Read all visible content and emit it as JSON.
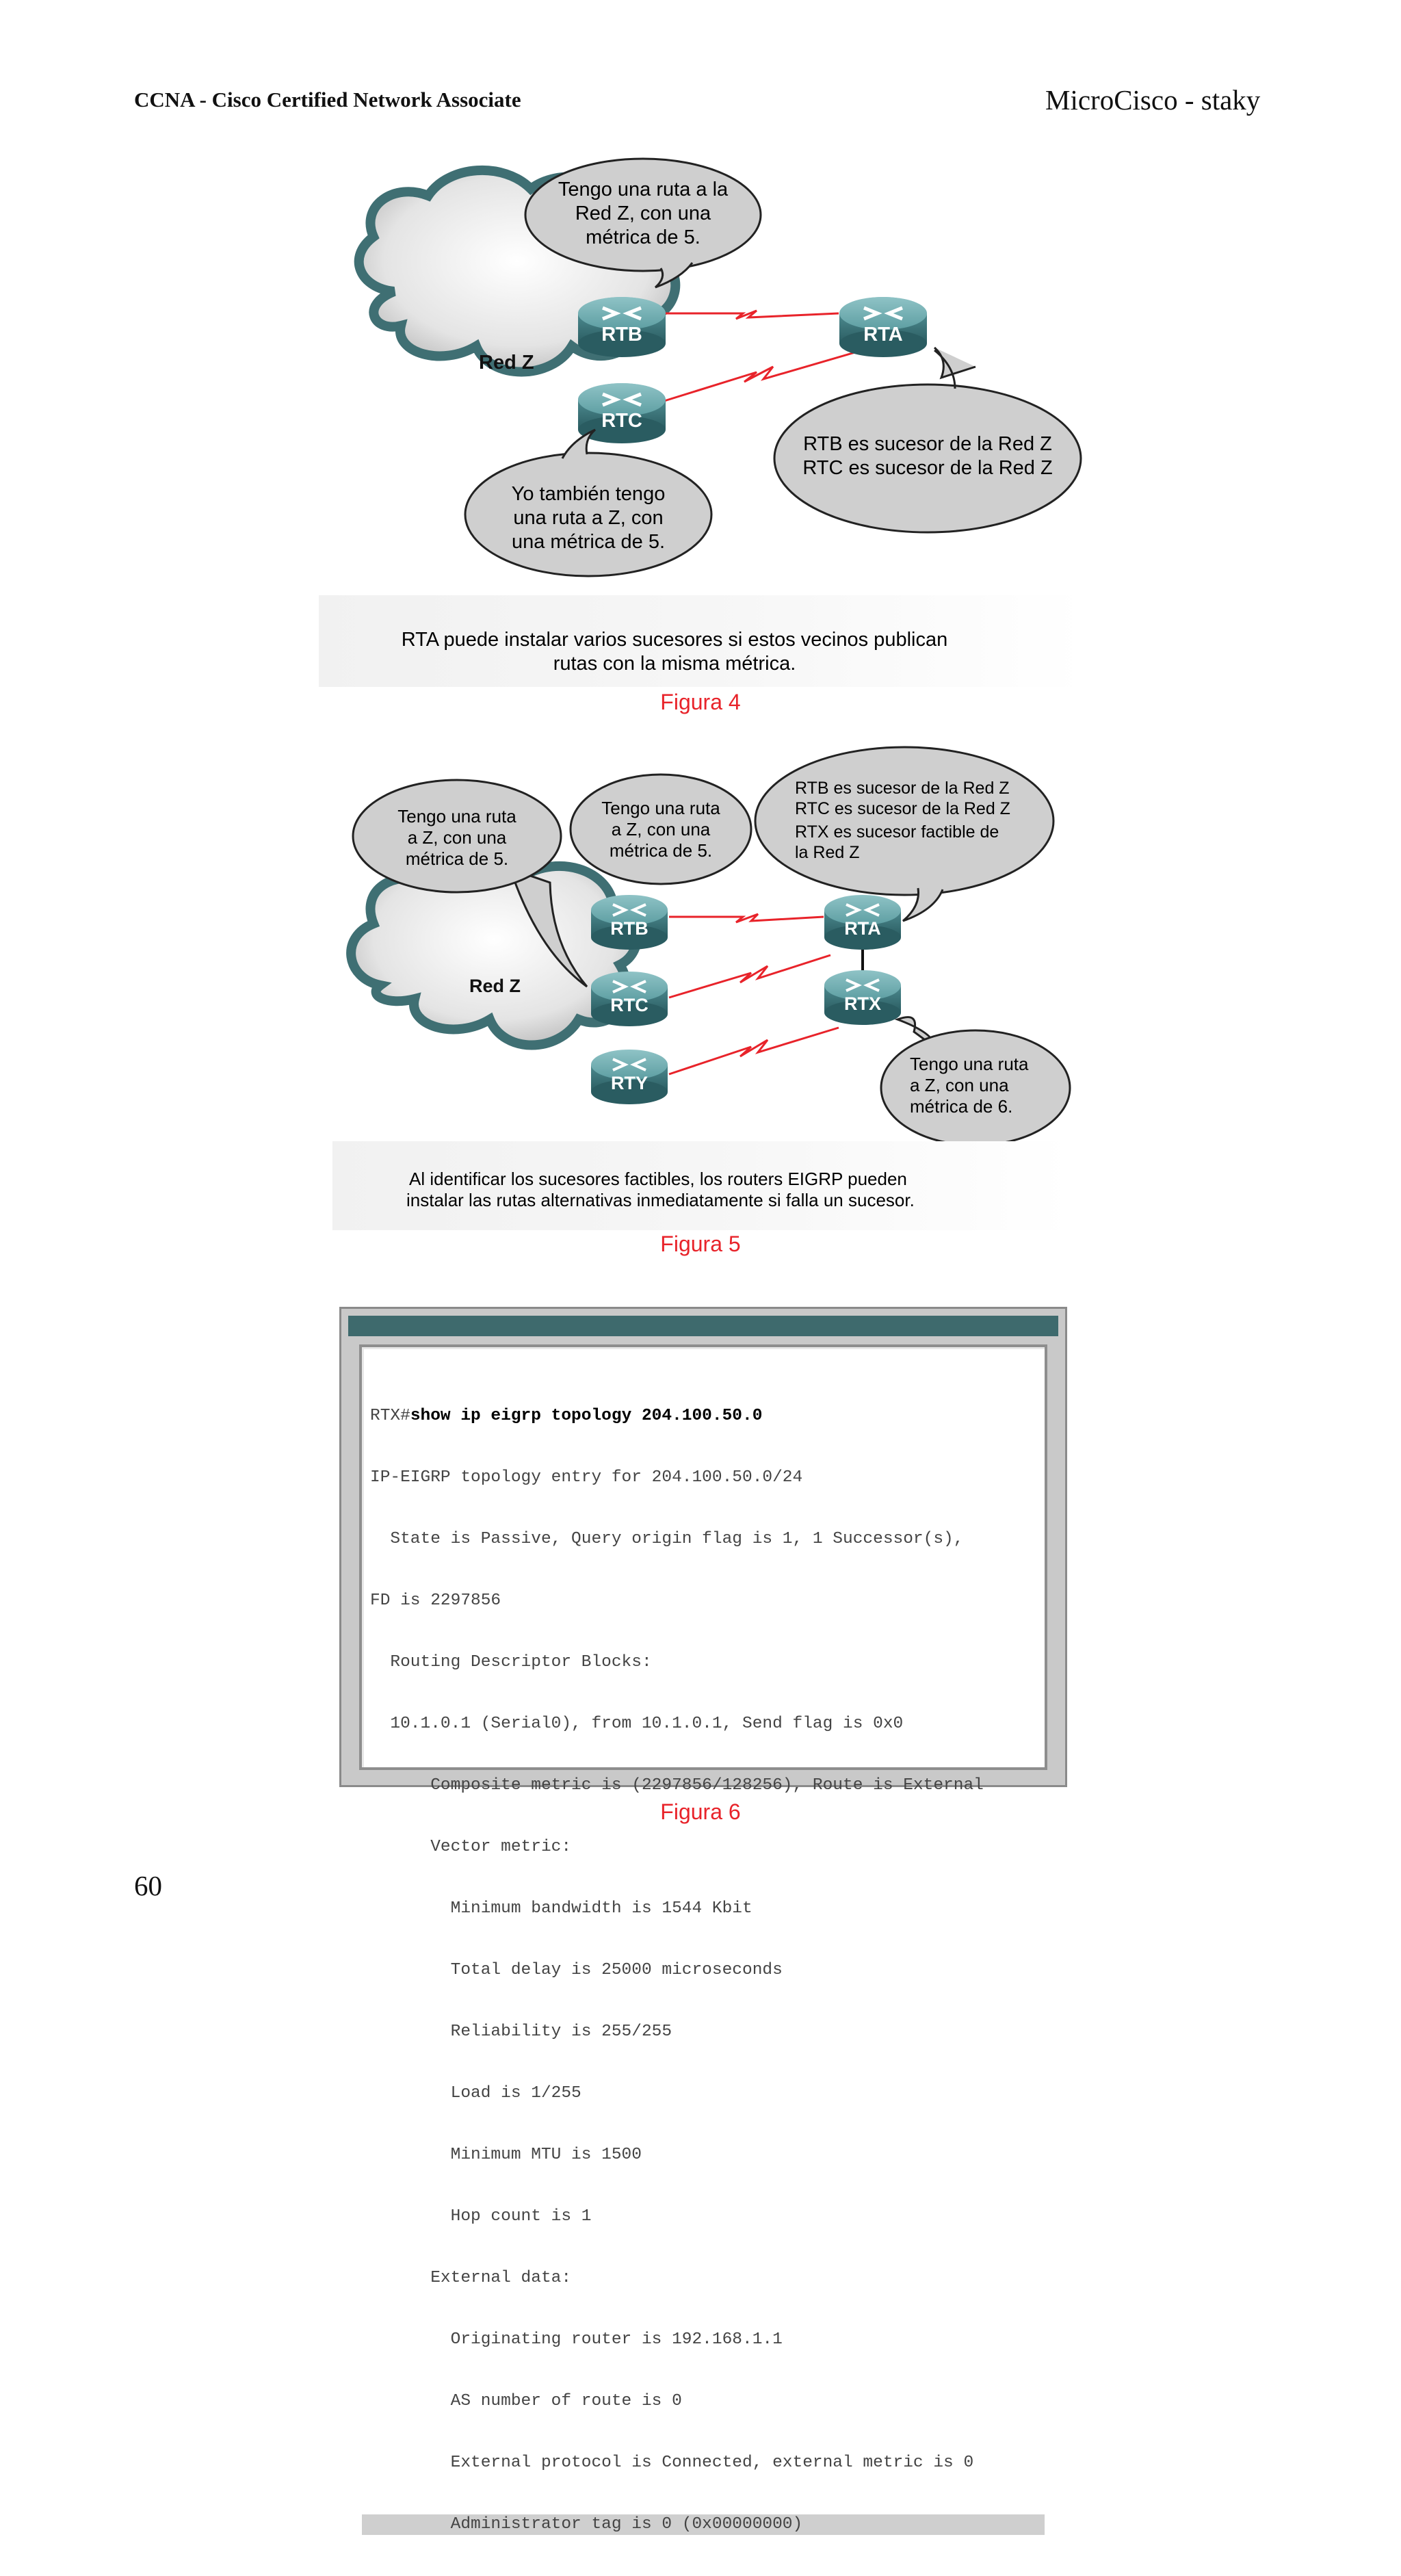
{
  "header": {
    "left": "CCNA - Cisco Certified Network Associate",
    "right": "MicroCisco - staky"
  },
  "figure4": {
    "bubble_rtb": [
      "Tengo una ruta a la",
      "Red Z, con una",
      "métrica de 5."
    ],
    "cloud_label": "Red Z",
    "routers": {
      "rtb": "RTB",
      "rta": "RTA",
      "rtc": "RTC"
    },
    "bubble_rta": [
      "RTB es sucesor de la Red Z",
      "RTC es sucesor de la Red Z"
    ],
    "bubble_rtc": [
      "Yo también tengo",
      "una ruta a Z, con",
      "una métrica de 5."
    ],
    "footer": [
      "RTA puede instalar varios sucesores si estos vecinos publican",
      "rutas con la misma métrica."
    ],
    "caption": "Figura 4"
  },
  "figure5": {
    "bubble_rtc": [
      "Tengo una ruta",
      "a Z, con una",
      "métrica de 5."
    ],
    "bubble_rtb": [
      "Tengo una ruta",
      "a Z, con una",
      "métrica de 5."
    ],
    "bubble_rta": [
      "RTB es sucesor de la Red Z",
      "RTC es sucesor de la Red Z",
      "RTX es sucesor factible de",
      "la Red Z"
    ],
    "cloud_label": "Red Z",
    "routers": {
      "rtb": "RTB",
      "rta": "RTA",
      "rtc": "RTC",
      "rtx": "RTX",
      "rty": "RTY"
    },
    "bubble_rtx": [
      "Tengo una ruta",
      "a Z, con una",
      "métrica de 6."
    ],
    "footer": [
      "Al identificar los sucesores factibles, los routers EIGRP pueden",
      "instalar las rutas alternativas inmediatamente si falla un sucesor."
    ],
    "caption": "Figura 5"
  },
  "figure6": {
    "prompt": "RTX#",
    "command": "show ip eigrp topology 204.100.50.0",
    "lines": [
      "IP-EIGRP topology entry for 204.100.50.0/24",
      "  State is Passive, Query origin flag is 1, 1 Successor(s),",
      "FD is 2297856",
      "  Routing Descriptor Blocks:",
      "  10.1.0.1 (Serial0), from 10.1.0.1, Send flag is 0x0",
      "      Composite metric is (2297856/128256), Route is External",
      "      Vector metric:",
      "        Minimum bandwidth is 1544 Kbit",
      "        Total delay is 25000 microseconds",
      "        Reliability is 255/255",
      "        Load is 1/255",
      "        Minimum MTU is 1500",
      "        Hop count is 1",
      "      External data:",
      "        Originating router is 192.168.1.1",
      "        AS number of route is 0",
      "        External protocol is Connected, external metric is 0",
      "        Administrator tag is 0 (0x00000000)"
    ],
    "caption": "Figura 6"
  },
  "page_number": "60"
}
